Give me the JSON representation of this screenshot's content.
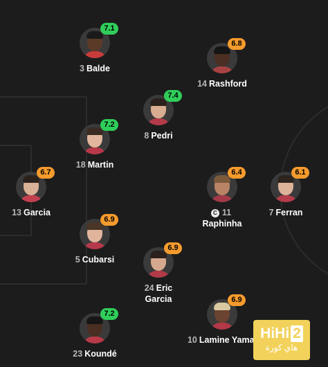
{
  "colors": {
    "green": "#2fce5a",
    "orange": "#f59b2d"
  },
  "players": [
    {
      "id": "balde",
      "num": "3",
      "name": "Balde",
      "rating": "7.1",
      "rating_color": "green",
      "skin": "#5b3a27",
      "hair": "#1a1a1a",
      "shirt": "#c93a3a"
    },
    {
      "id": "rashford",
      "num": "14",
      "name": "Rashford",
      "rating": "6.8",
      "rating_color": "orange",
      "skin": "#4a2f22",
      "hair": "#151515",
      "shirt": "#a84242"
    },
    {
      "id": "pedri",
      "num": "8",
      "name": "Pedri",
      "rating": "7.4",
      "rating_color": "green",
      "skin": "#d8ad90",
      "hair": "#2a211c",
      "shirt": "#b33a48"
    },
    {
      "id": "martin",
      "num": "18",
      "name": "Martin",
      "rating": "7.2",
      "rating_color": "green",
      "skin": "#e2b79e",
      "hair": "#3b2b22",
      "shirt": "#b73848"
    },
    {
      "id": "garcia",
      "num": "13",
      "name": "Garcia",
      "rating": "6.7",
      "rating_color": "orange",
      "skin": "#d9b196",
      "hair": "#2b221c",
      "shirt": "#c34050"
    },
    {
      "id": "raphinha",
      "num": "11",
      "name": "Raphinha",
      "rating": "6.4",
      "rating_color": "orange",
      "skin": "#b98466",
      "hair": "#7a5a3a",
      "shirt": "#a33a48",
      "captain": "C"
    },
    {
      "id": "ferran",
      "num": "7",
      "name": "Ferran",
      "rating": "6.1",
      "rating_color": "orange",
      "skin": "#dcb399",
      "hair": "#2d241e",
      "shirt": "#b43c4b"
    },
    {
      "id": "cubarsi",
      "num": "5",
      "name": "Cubarsi",
      "rating": "6.9",
      "rating_color": "orange",
      "skin": "#e1b59c",
      "hair": "#4a3527",
      "shirt": "#b5394a"
    },
    {
      "id": "eric-garcia",
      "num": "24",
      "name": "Eric",
      "name2": "Garcia",
      "rating": "6.9",
      "rating_color": "orange",
      "skin": "#d5a98d",
      "hair": "#2a211c",
      "shirt": "#b23a49"
    },
    {
      "id": "lamine-yamal",
      "num": "10",
      "name": "Lamine Yamal",
      "rating": "6.9",
      "rating_color": "orange",
      "skin": "#6b4330",
      "hair": "#d9c9a0",
      "shirt": "#b33848"
    },
    {
      "id": "kounde",
      "num": "23",
      "name": "Koundé",
      "rating": "7.2",
      "rating_color": "green",
      "skin": "#4a2e22",
      "hair": "#161616",
      "shirt": "#b83a48"
    }
  ],
  "watermark": {
    "main": "HiHi",
    "digit": "2",
    "sub": "هاي كورة"
  }
}
